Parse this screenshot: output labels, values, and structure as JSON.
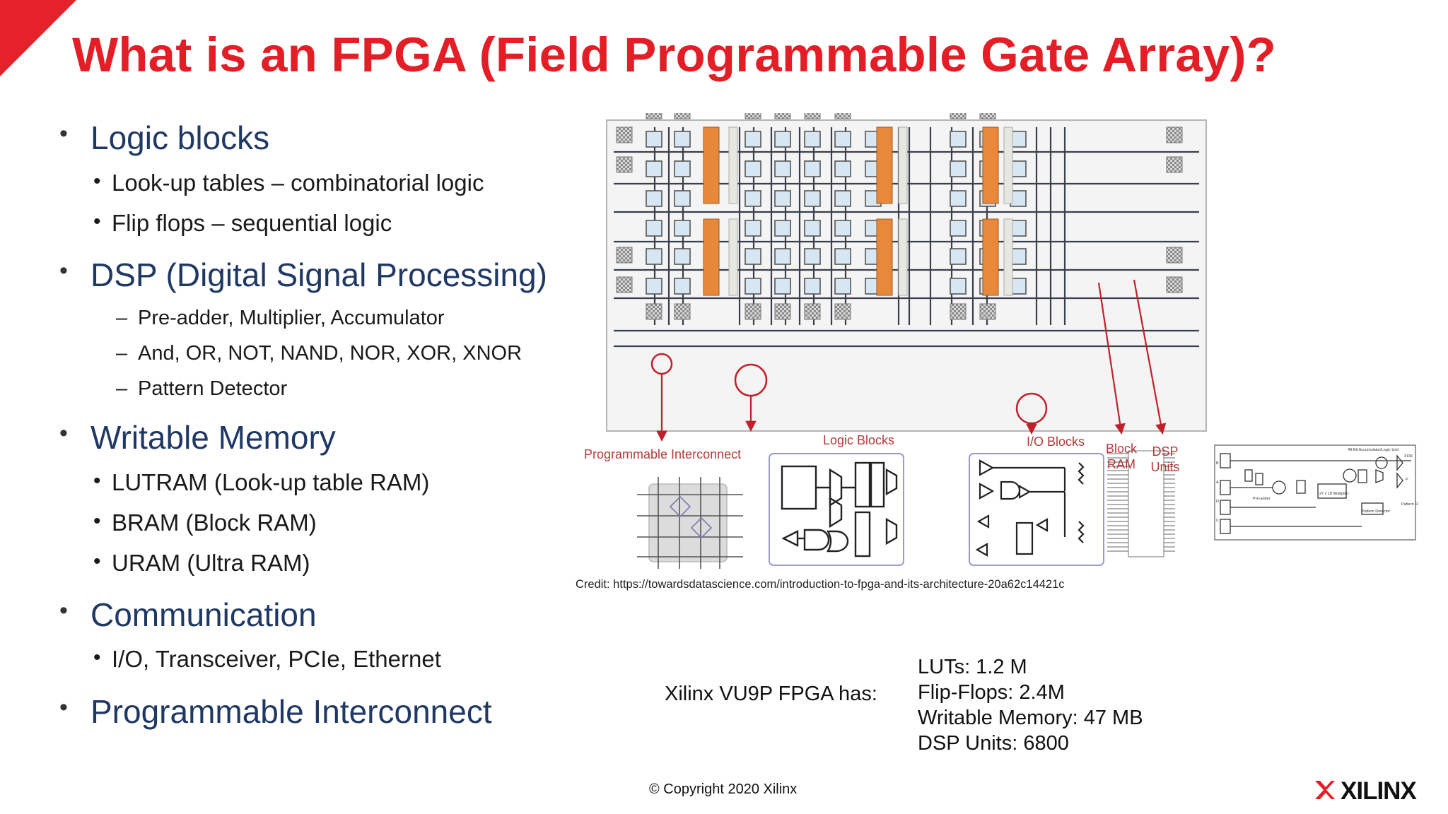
{
  "slide": {
    "title": "What is an FPGA (Field Programmable Gate Array)?",
    "accent_color": "#e31e26",
    "heading_color": "#1f3864"
  },
  "bullets": {
    "logic_blocks": {
      "heading": "Logic blocks",
      "items": [
        "Look-up tables – combinatorial logic",
        "Flip flops – sequential logic"
      ]
    },
    "dsp": {
      "heading": "DSP (Digital Signal Processing)",
      "items": [
        "Pre-adder, Multiplier, Accumulator",
        "And, OR, NOT, NAND, NOR, XOR, XNOR",
        "Pattern Detector"
      ]
    },
    "memory": {
      "heading": "Writable Memory",
      "items": [
        "LUTRAM (Look-up table RAM)",
        "BRAM (Block RAM)",
        "URAM (Ultra RAM)"
      ]
    },
    "communication": {
      "heading": "Communication",
      "items": [
        "I/O, Transceiver, PCIe, Ethernet"
      ]
    },
    "interconnect": {
      "heading": "Programmable Interconnect"
    }
  },
  "diagram": {
    "labels": {
      "programmable_interconnect": "Programmable Interconnect",
      "logic_blocks": "Logic Blocks",
      "io_blocks": "I/O Blocks",
      "block_ram": "Block RAM",
      "dsp_units": "DSP Units"
    },
    "dsp_inset": {
      "accumulator": "48-Bit Accumulator/Logic Unit",
      "multiplier": "27 x 18 Multiplier",
      "preadder": "Pre-adder",
      "pattern_detector": "Pattern Detector",
      "xor": "XOR",
      "p": "P",
      "pattern_detect": "Pattern Detect",
      "inputs": [
        "B",
        "A",
        "D",
        "C"
      ]
    },
    "credit": "Credit: https://towardsdatascience.com/introduction-to-fpga-and-its-architecture-20a62c14421c",
    "colors": {
      "bram": "#e8883a",
      "dsp": "#e6e8e0",
      "io": "#9a9a9a",
      "logic": "#d6e6f2",
      "callout": "#c0202a"
    }
  },
  "specs": {
    "intro": "Xilinx VU9P FPGA has:",
    "lines": [
      "LUTs: 1.2 M",
      "Flip-Flops: 2.4M",
      "Writable Memory: 47 MB",
      "DSP Units: 6800"
    ]
  },
  "footer": {
    "copyright": "© Copyright 2020 Xilinx",
    "logo_text": "XILINX",
    "logo_icon": "xilinx-x-icon"
  }
}
